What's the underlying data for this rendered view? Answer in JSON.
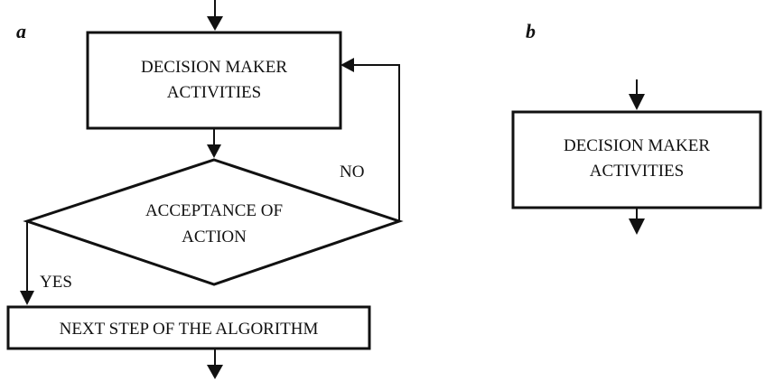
{
  "panel_a": {
    "label": "a",
    "decision_box": {
      "line1": "DECISION MAKER",
      "line2": "ACTIVITIES"
    },
    "diamond": {
      "line1": "ACCEPTANCE OF",
      "line2": "ACTION"
    },
    "no_label": "NO",
    "yes_label": "YES",
    "next_step": "NEXT STEP OF THE ALGORITHM"
  },
  "panel_b": {
    "label": "b",
    "decision_box": {
      "line1": "DECISION MAKER",
      "line2": "ACTIVITIES"
    }
  }
}
